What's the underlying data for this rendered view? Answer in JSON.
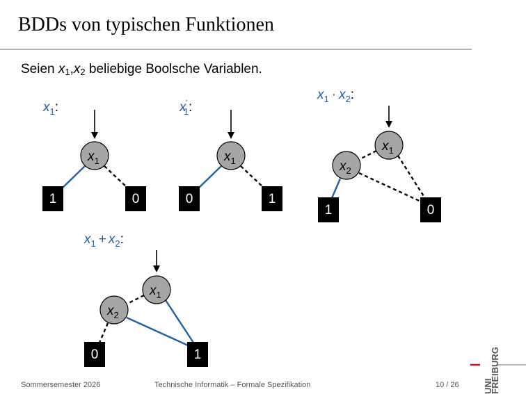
{
  "slide": {
    "title": "BDDs von typischen Funktionen",
    "intro_prefix": "Seien ",
    "intro_var1": "x",
    "intro_sub1": "1",
    "intro_sep": ",",
    "intro_var2": "x",
    "intro_sub2": "2",
    "intro_suffix": " beliebige Boolsche Variablen."
  },
  "diagrams": [
    {
      "label_var": "x",
      "label_sub": "1",
      "label_rest": ":",
      "node_var": "x",
      "node_sub": "1",
      "terminal_left": "1",
      "terminal_right": "0"
    },
    {
      "label_var": "x",
      "label_prime": "′",
      "label_sub": "1",
      "label_rest": ":",
      "node_var": "x",
      "node_sub": "1",
      "terminal_left": "0",
      "terminal_right": "1"
    },
    {
      "label_var1": "x",
      "label_sub1": "1",
      "label_op": "·",
      "label_var2": "x",
      "label_sub2": "2",
      "label_rest": ":",
      "node_top_var": "x",
      "node_top_sub": "1",
      "node_low_var": "x",
      "node_low_sub": "2",
      "terminal_left": "1",
      "terminal_right": "0"
    },
    {
      "label_var1": "x",
      "label_sub1": "1",
      "label_op": "+",
      "label_var2": "x",
      "label_sub2": "2",
      "label_rest": ":",
      "node_top_var": "x",
      "node_top_sub": "1",
      "node_low_var": "x",
      "node_low_sub": "2",
      "terminal_left": "0",
      "terminal_right": "1"
    }
  ],
  "footer": {
    "semester": "Sommersemester 2026",
    "course": "Technische Informatik – Formale Spezifikation",
    "page": "10 / 26"
  },
  "logo": {
    "text_top": "UNI",
    "text_bottom": "FREIBURG"
  },
  "colors": {
    "accent_blue": "#1f5fa8",
    "node_fill": "#a6a6a6",
    "terminal_fill": "#000000",
    "rule_gray": "#b3b3b3",
    "logo_red": "#c1121c"
  }
}
